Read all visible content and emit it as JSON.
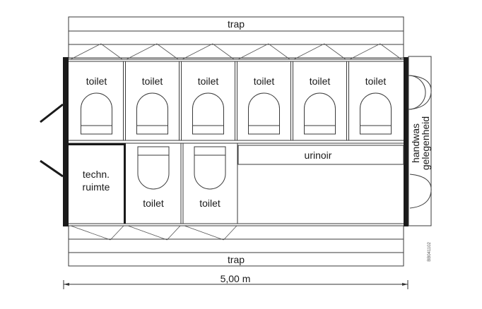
{
  "diagram": {
    "type": "floor-plan",
    "stairs_top_label": "trap",
    "stairs_bottom_label": "trap",
    "top_row_rooms": [
      {
        "label": "toilet"
      },
      {
        "label": "toilet"
      },
      {
        "label": "toilet"
      },
      {
        "label": "toilet"
      },
      {
        "label": "toilet"
      },
      {
        "label": "toilet"
      }
    ],
    "bottom_row_rooms": [
      {
        "label": "techn.\nruimte",
        "line1": "techn.",
        "line2": "ruimte"
      },
      {
        "label": "toilet"
      },
      {
        "label": "toilet"
      }
    ],
    "urinal_label": "urinoir",
    "handwash_line1": "handwas",
    "handwash_line2": "gelegenheid",
    "dimension_label": "5,00 m",
    "drawing_code": "BB041102"
  }
}
